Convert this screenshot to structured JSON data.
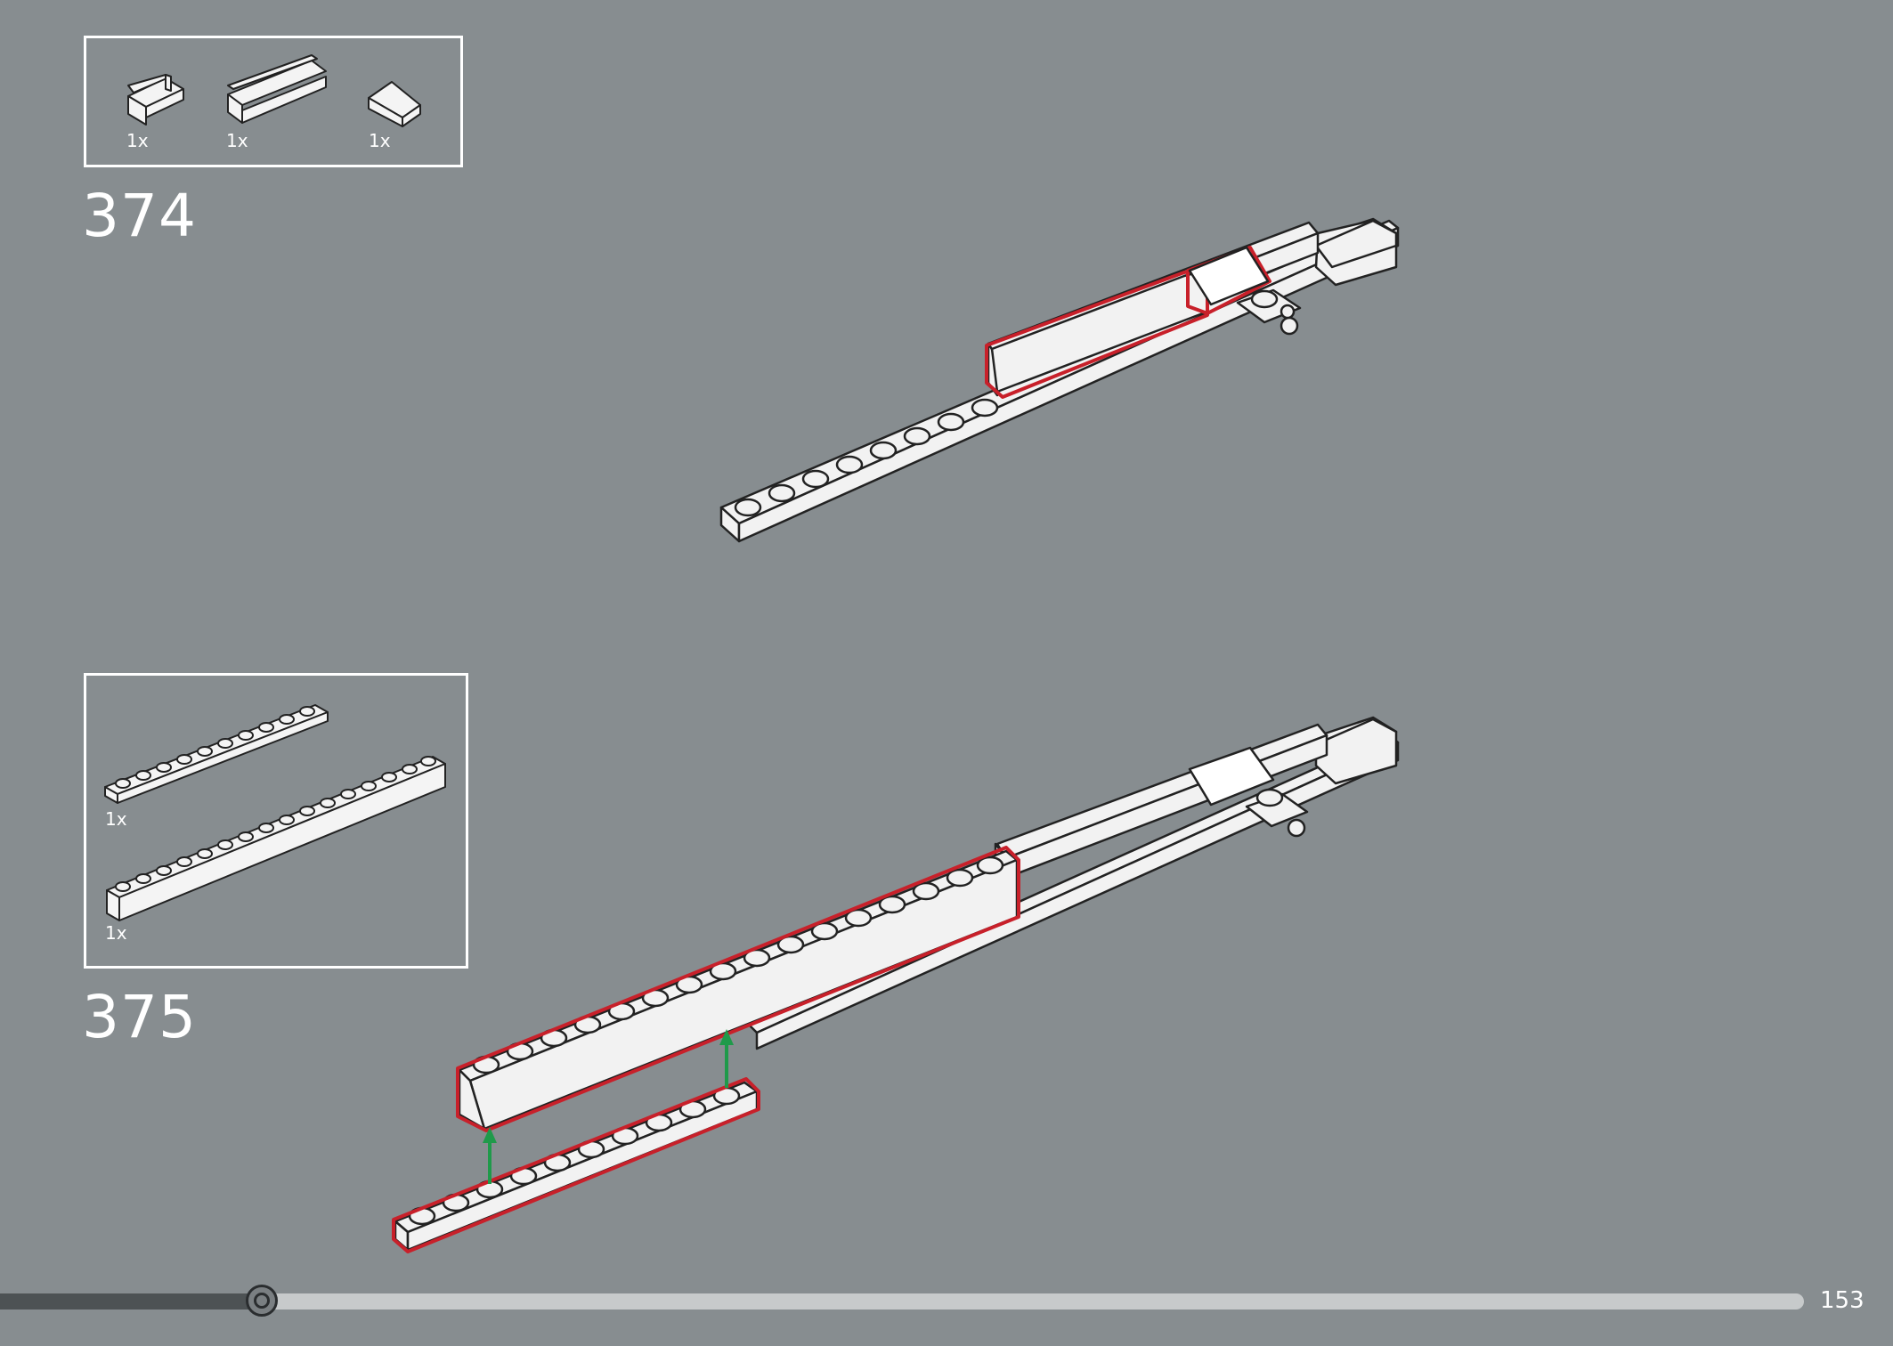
{
  "steps": [
    {
      "number": "374",
      "parts": [
        {
          "qty": "1x",
          "icon": "panel-1x2-icon"
        },
        {
          "qty": "1x",
          "icon": "panel-1x4-icon"
        },
        {
          "qty": "1x",
          "icon": "slope-2x2-icon"
        }
      ]
    },
    {
      "number": "375",
      "parts": [
        {
          "qty": "1x",
          "icon": "plate-1x10-icon"
        },
        {
          "qty": "1x",
          "icon": "brick-1x16-icon"
        }
      ]
    }
  ],
  "footer": {
    "page_number": "153",
    "progress": 0.145
  },
  "colors": {
    "background": "#878d90",
    "highlight": "#c8202a",
    "arrow": "#1f9a4a",
    "part": "#f2f2f2"
  }
}
